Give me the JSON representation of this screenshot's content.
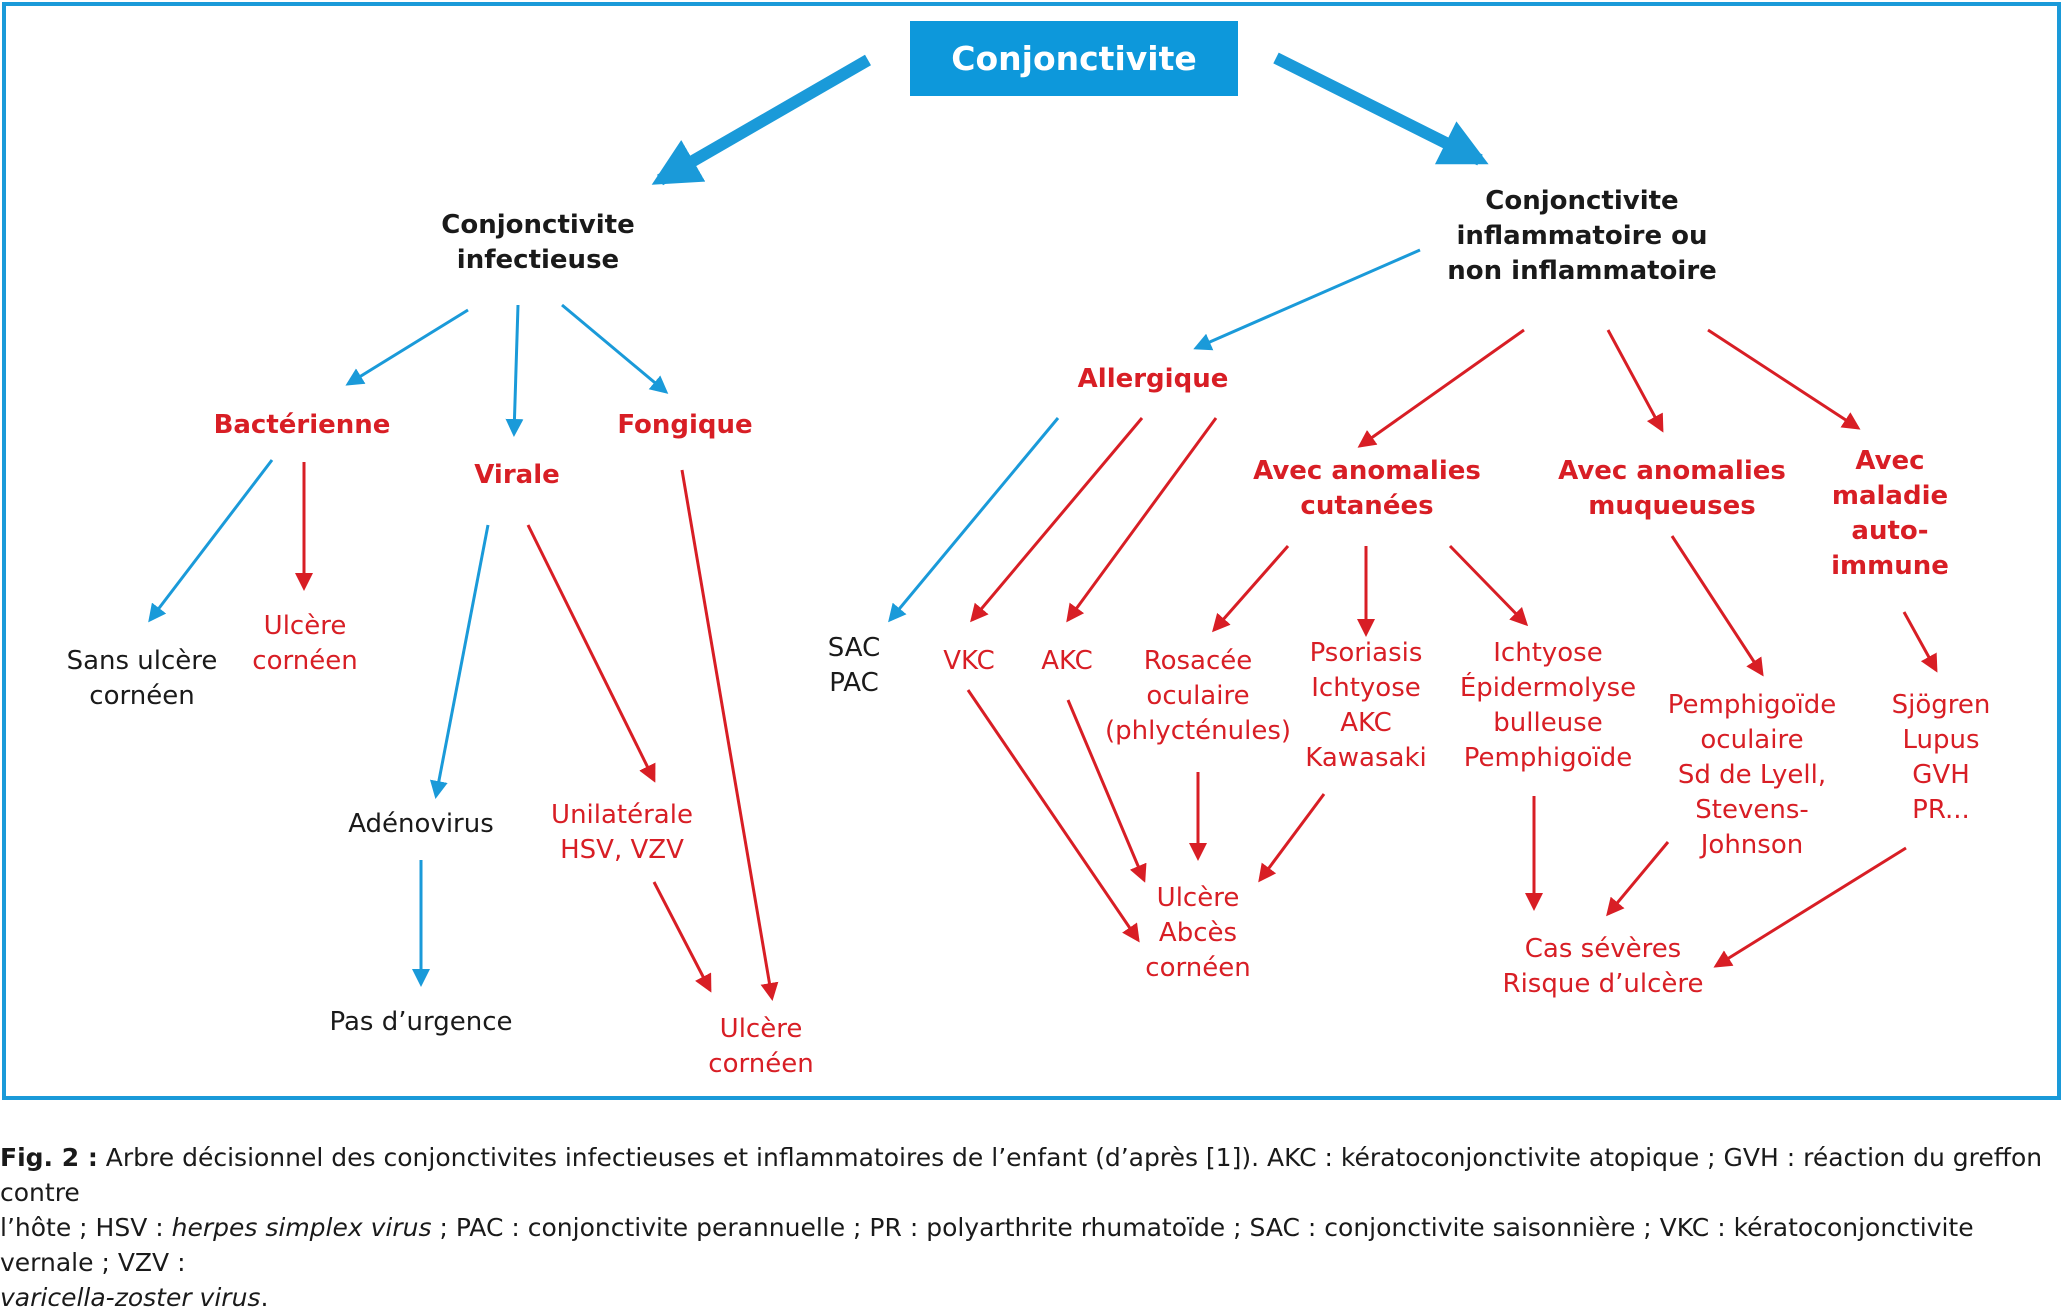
{
  "root": "Conjonctivite",
  "nodes": {
    "infectious": "Conjonctivite\ninfectieuse",
    "inflammatory": "Conjonctivite\ninflammatoire ou\nnon inflammatoire",
    "bacterial": "Bactérienne",
    "viral": "Virale",
    "fungal": "Fongique",
    "allergic": "Allergique",
    "cutaneous": "Avec anomalies\ncutanées",
    "mucosal": "Avec anomalies\nmuqueuses",
    "autoimmune": "Avec\nmaladie\nauto-\nimmune",
    "no_ulcer": "Sans ulcère\ncornéen",
    "ulcer_bact": "Ulcère\ncornéen",
    "adenovirus": "Adénovirus",
    "no_urgency": "Pas d’urgence",
    "unilateral": "Unilatérale\nHSV, VZV",
    "ulcer_corneal": "Ulcère\ncornéen",
    "sac_pac": "SAC\nPAC",
    "vkc": "VKC",
    "akc": "AKC",
    "rosacea": "Rosacée\noculaire\n(phlycténules)",
    "psoriasis": "Psoriasis\nIchtyose\nAKC\nKawasaki",
    "ichthyosis": "Ichtyose\nÉpidermolyse\nbulleuse\nPemphigoïde",
    "pemphigoid": "Pemphigoïde\noculaire\nSd de Lyell,\nStevens-\nJohnson",
    "sjogren": "Sjögren\nLupus\nGVH\nPR...",
    "ulcer_abscess": "Ulcère\nAbcès\ncornéen",
    "severe": "Cas sévères\nRisque d’ulcère"
  },
  "caption": {
    "label": "Fig. 2 :",
    "line1": " Arbre décisionnel des conjonctivites infectieuses et inflammatoires de l’enfant (d’après [1]). AKC : kératoconjonctivite atopique ; GVH : réaction du greffon contre",
    "line2a": "l’hôte ; HSV : ",
    "line2b": "herpes simplex virus",
    "line2c": " ; PAC : conjonctivite perannuelle ; PR : polyarthrite rhumatoïde ; SAC : conjonctivite saisonnière ; VKC : kératoconjonctivite vernale ; VZV :",
    "line3": "varicella-zoster virus",
    "line3_end": "."
  },
  "colors": {
    "blue": "#1a9ad9",
    "red": "#d81e25",
    "root_bg": "#0d98db"
  }
}
